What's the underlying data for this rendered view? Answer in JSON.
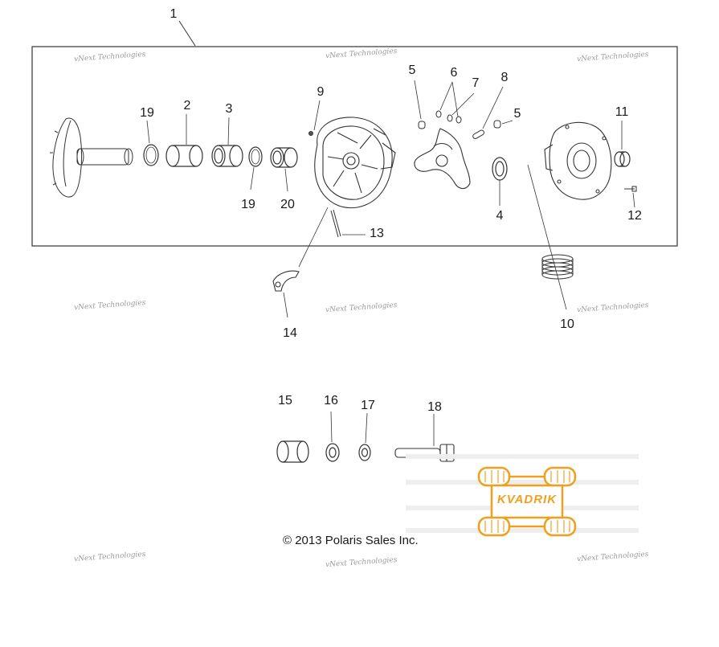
{
  "diagram": {
    "labels": [
      "1",
      "2",
      "3",
      "4",
      "5",
      "5",
      "6",
      "7",
      "8",
      "9",
      "10",
      "11",
      "12",
      "13",
      "14",
      "15",
      "16",
      "17",
      "18",
      "19",
      "19",
      "20"
    ],
    "copyright": "© 2013 Polaris Sales Inc.",
    "watermark": "vNext Technologies",
    "logo": {
      "name": "KVADRIK",
      "colors": {
        "accent": "#f0a020",
        "line": "#333333"
      }
    }
  }
}
